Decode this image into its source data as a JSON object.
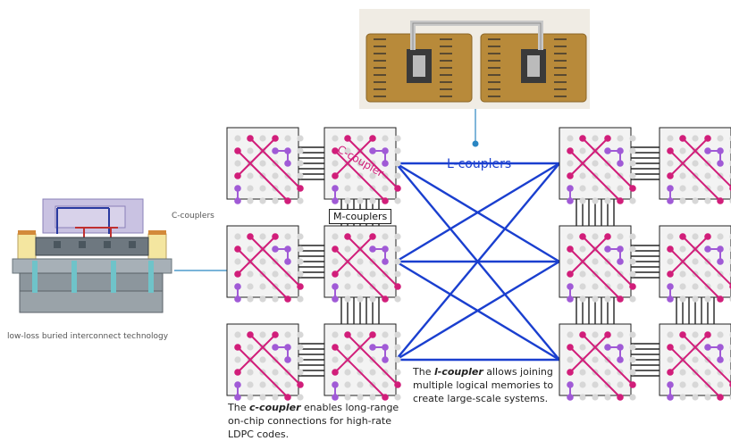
{
  "labels": {
    "c_couplers": "C-couplers",
    "interconnect": "low-loss buried interconnect technology",
    "l_couplers": "L-couplers",
    "m_couplers": "M-couplers",
    "c_coupler_tile": "C-coupler"
  },
  "captions": {
    "left": {
      "pre": "The ",
      "term": "c-coupler",
      "rest_line1": " enables long-range",
      "line2": "on-chip connections for high-rate",
      "line3": "LDPC codes."
    },
    "right": {
      "pre": "The ",
      "term": "l-coupler",
      "rest_line1": " allows joining",
      "line2": "multiple logical memories to",
      "line3": "create large-scale systems."
    }
  },
  "colors": {
    "accent_blue": "#1a3fcf",
    "magenta": "#d11e7a",
    "purple": "#a05ad6",
    "gold": "#b88a3a",
    "tile_bg": "#f3f3f3",
    "grey_dot": "#d7d7d7"
  }
}
